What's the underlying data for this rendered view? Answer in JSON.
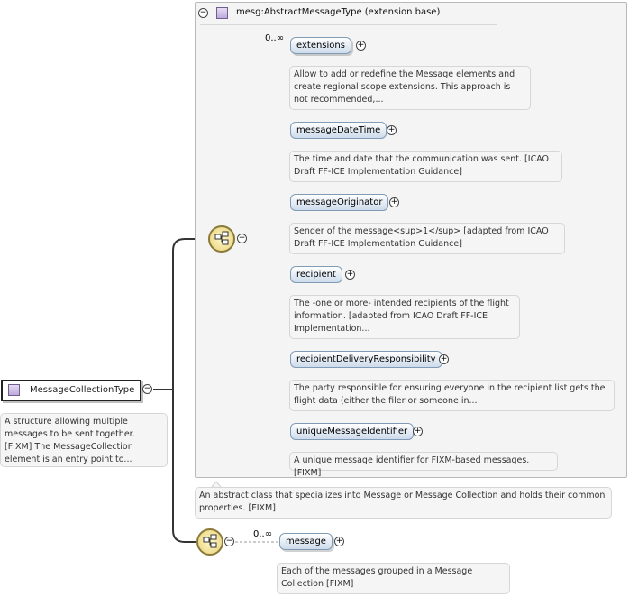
{
  "root_type": {
    "label": "MessageCollectionType",
    "toggle": "−",
    "doc": "A structure allowing multiple messages to be sent together. [FIXM] The MessageCollection element is an entry point to..."
  },
  "extension": {
    "toggle": "−",
    "title": "mesg:AbstractMessageType (extension base)",
    "doc": "An abstract class that specializes into Message or Message Collection and holds their common properties. [FIXM]"
  },
  "sequence_toggle": "−",
  "elements": [
    {
      "name": "extensions",
      "multiplicity": "0..∞",
      "expand": "+",
      "doc": "Allow to add or redefine the Message elements and create regional scope extensions. This approach is not recommended,..."
    },
    {
      "name": "messageDateTime",
      "multiplicity": "",
      "expand": "+",
      "doc": "The time and date that the communication was sent. [ICAO Draft FF-ICE Implementation Guidance]"
    },
    {
      "name": "messageOriginator",
      "multiplicity": "",
      "expand": "+",
      "doc": "Sender of the message<sup>1</sup> [adapted from ICAO Draft FF-ICE Implementation Guidance]"
    },
    {
      "name": "recipient",
      "multiplicity": "",
      "expand": "+",
      "doc": "The -one or more- intended recipients of the flight information. [adapted from ICAO Draft FF-ICE Implementation..."
    },
    {
      "name": "recipientDeliveryResponsibility",
      "multiplicity": "",
      "expand": "+",
      "doc": "The party responsible for ensuring everyone in the recipient list gets the flight data (either the filer or someone in..."
    },
    {
      "name": "uniqueMessageIdentifier",
      "multiplicity": "",
      "expand": "+",
      "doc": "A unique message identifier for FIXM-based messages. [FIXM]"
    }
  ],
  "message_sequence": {
    "toggle": "−",
    "element": {
      "name": "message",
      "multiplicity": "0..∞",
      "expand": "+",
      "doc": "Each of the messages grouped in a Message Collection [FIXM]"
    }
  }
}
